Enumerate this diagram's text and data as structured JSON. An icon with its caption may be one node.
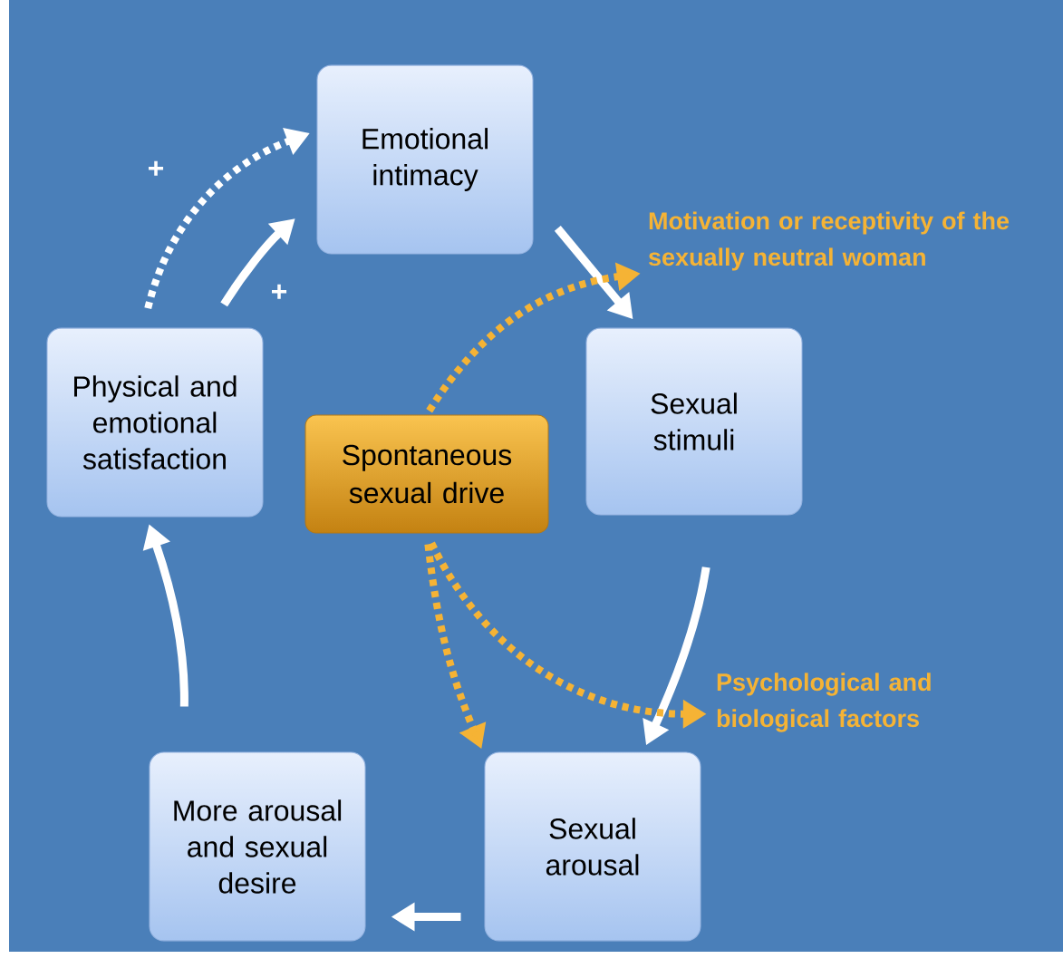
{
  "diagram": {
    "nodes": [
      {
        "text": [
          "Emotional intimacy"
        ]
      },
      {
        "text": [
          "Motivation or receptivity of the sexually neutral woman"
        ]
      },
      {
        "text": [
          "Physical and emotional satisfaction"
        ]
      },
      {
        "text": [
          "Spontaneous sexual drive"
        ]
      },
      {
        "text": [
          "Sexual stimuli"
        ]
      },
      {
        "text": [
          "Psychological and biological factors"
        ]
      },
      {
        "text": [
          "More arousal and sexual desire"
        ]
      },
      {
        "text": [
          "Sexual arousal"
        ]
      }
    ],
    "edges": [
      {
        "from": 2,
        "to": 0,
        "arrow": "to",
        "label": "+"
      },
      {
        "from": 2,
        "to": 0,
        "arrow": "to",
        "label": "+",
        "style": "dashed"
      },
      {
        "from": 0,
        "to": 4,
        "arrow": "to"
      },
      {
        "from": 3,
        "to": 1,
        "arrow": "to",
        "style": "dashed",
        "color": "#f5b335"
      },
      {
        "from": 4,
        "to": 7,
        "arrow": "to"
      },
      {
        "from": 3,
        "to": 5,
        "arrow": "to",
        "style": "dashed",
        "color": "#f5b335"
      },
      {
        "from": 3,
        "to": 7,
        "arrow": "to",
        "style": "dashed",
        "color": "#f5b335"
      },
      {
        "from": 7,
        "to": 6,
        "arrow": "to"
      },
      {
        "from": 6,
        "to": 2,
        "arrow": "to"
      }
    ]
  }
}
